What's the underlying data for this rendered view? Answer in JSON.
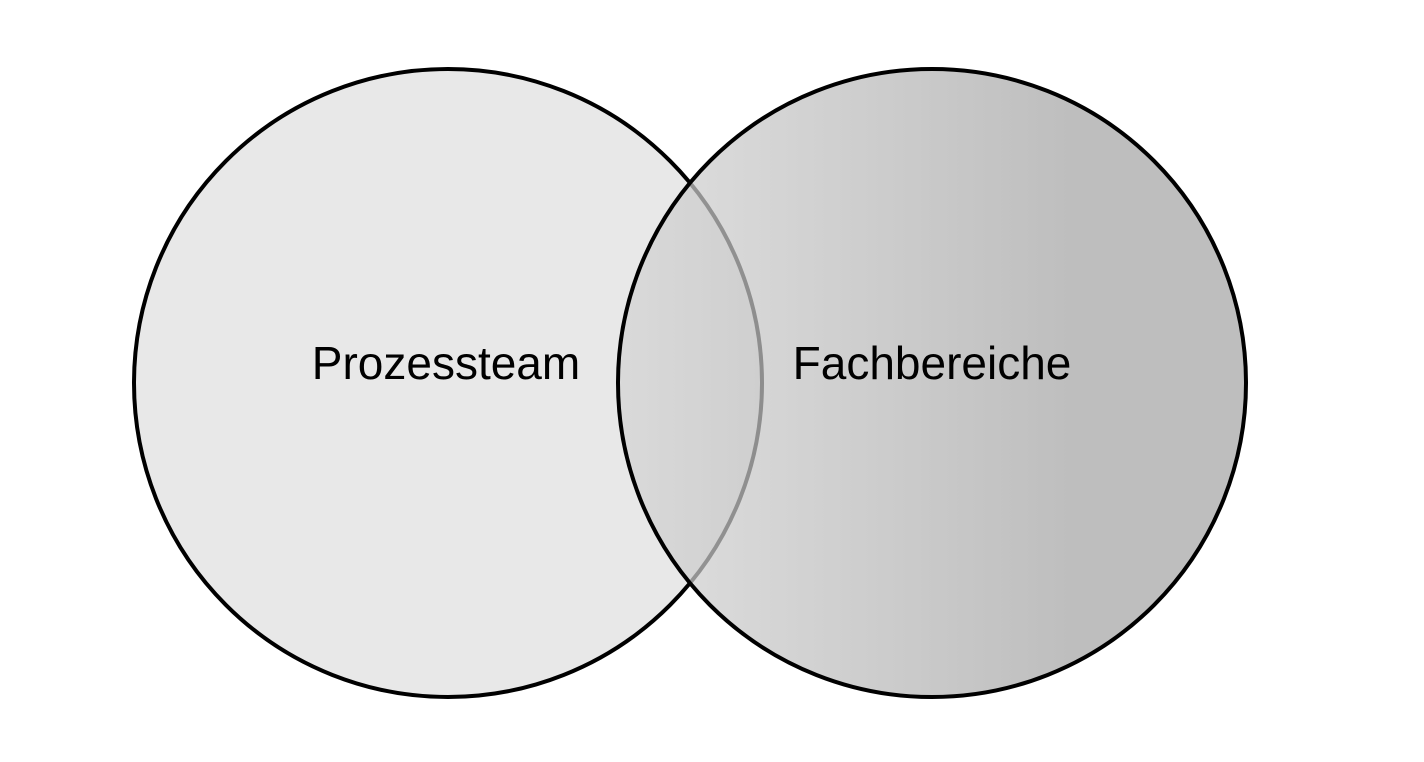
{
  "diagram": {
    "type": "venn",
    "sets": [
      {
        "label": "Prozessteam",
        "fill": "#e8e8e8"
      },
      {
        "label": "Fachbereiche",
        "fill_start": "#d4d4d4",
        "fill_end": "#a5a5a5"
      }
    ]
  }
}
